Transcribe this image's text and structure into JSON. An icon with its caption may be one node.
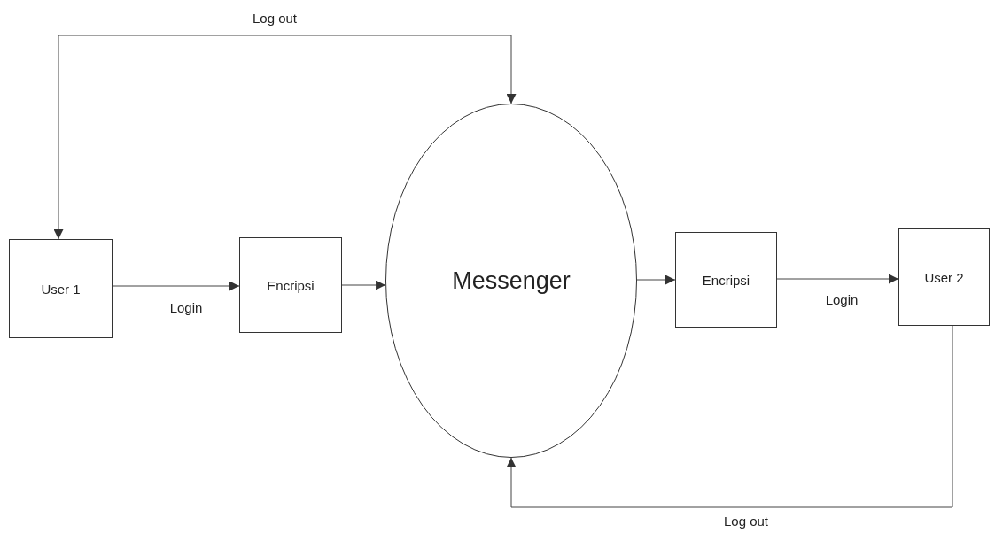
{
  "diagram": {
    "nodes": [
      {
        "text": [
          "User 1"
        ]
      },
      {
        "text": [
          "Encripsi"
        ]
      },
      {
        "text": [
          "Messenger"
        ]
      },
      {
        "text": [
          "Encripsi"
        ]
      },
      {
        "text": [
          "User 2"
        ]
      }
    ],
    "edges": [
      {
        "from": 0,
        "to": 1,
        "arrow": "to",
        "label": "Login"
      },
      {
        "from": 1,
        "to": 2,
        "arrow": "to"
      },
      {
        "from": 2,
        "to": 3,
        "arrow": "to"
      },
      {
        "from": 3,
        "to": 4,
        "arrow": "to",
        "label": "Login"
      },
      {
        "from": 0,
        "to": 2,
        "arrow": "both",
        "label": "Log out"
      },
      {
        "from": 4,
        "to": 2,
        "arrow": "to",
        "label": "Log out"
      }
    ]
  }
}
